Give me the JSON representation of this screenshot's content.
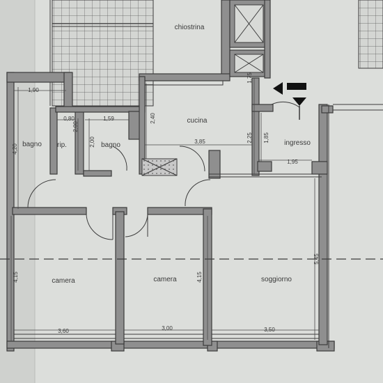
{
  "rooms": {
    "chiostrina": "chiostrina",
    "cucina": "cucina",
    "bagno_large": "bagno",
    "rip": "rip.",
    "bagno_small": "bagno",
    "ingresso": "ingresso",
    "camera_left": "camera",
    "camera_mid": "camera",
    "soggiorno": "soggiorno"
  },
  "dimensions": {
    "bagno_width": "1,90",
    "bagno_height": "4,20",
    "rip_width": "0,80",
    "rip_height": "2,00",
    "bagno2_width": "1,59",
    "bagno2_height": "2,00",
    "cucina_height": "2,40",
    "cucina_width": "3,85",
    "cucina_right_height": "2,25",
    "top_right_height": "1,75",
    "ingresso_height": "1,85",
    "ingresso_width": "1,95",
    "camera_left_height": "4,15",
    "camera_left_width": "3,60",
    "camera_mid_height": "4,15",
    "camera_mid_width": "3,00",
    "soggiorno_width": "3,50",
    "soggiorno_height": "5,45"
  },
  "colors": {
    "paper": "#d9dbd8",
    "wall": "#8f8f8f",
    "line": "#3b3b3b"
  },
  "icons": {
    "entrance_arrow": "entrance-arrow-icon",
    "entrance_marker": "entrance-triangle-icon"
  }
}
